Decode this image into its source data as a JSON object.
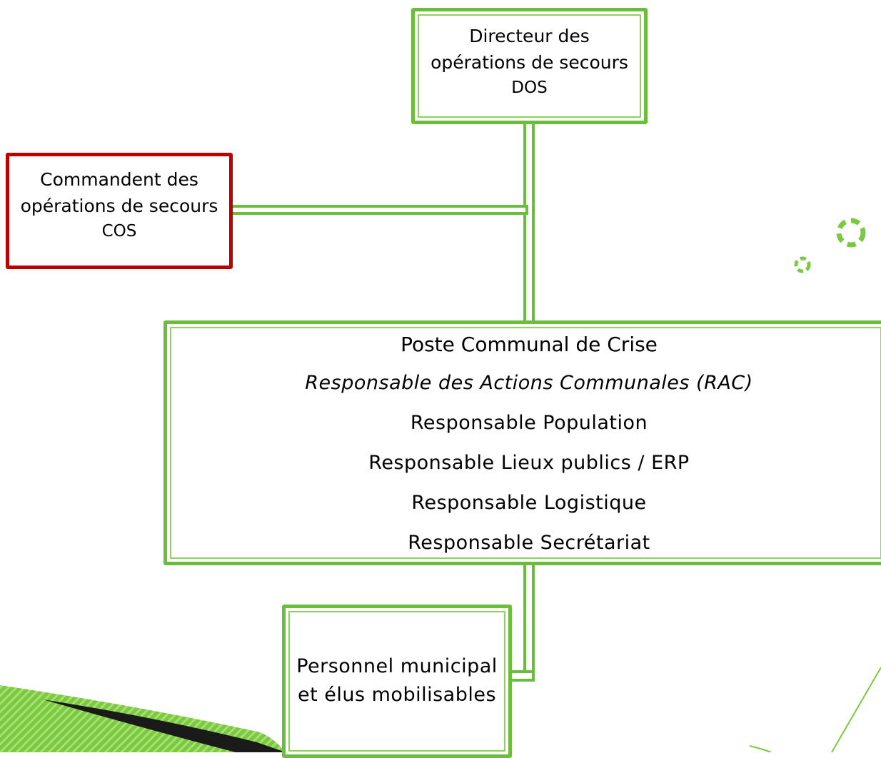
{
  "diagram": {
    "dos": {
      "title": "Directeur des opérations de secours",
      "abbr": "DOS"
    },
    "cos": {
      "title": "Commandent des opérations de secours",
      "abbr": "COS"
    },
    "pcc": {
      "title": "Poste  Communal de Crise",
      "rac": "Responsable des Actions Communales (RAC)",
      "roles": [
        "Responsable Population",
        "Responsable Lieux publics / ERP",
        "Responsable  Logistique",
        "Responsable Secrétariat"
      ]
    },
    "personnel": {
      "line1": "Personnel municipal",
      "line2": "et élus mobilisables"
    }
  },
  "colors": {
    "green_border": "#6cbd3c",
    "red_border": "#c00000",
    "connector": "#6cbd3c"
  }
}
